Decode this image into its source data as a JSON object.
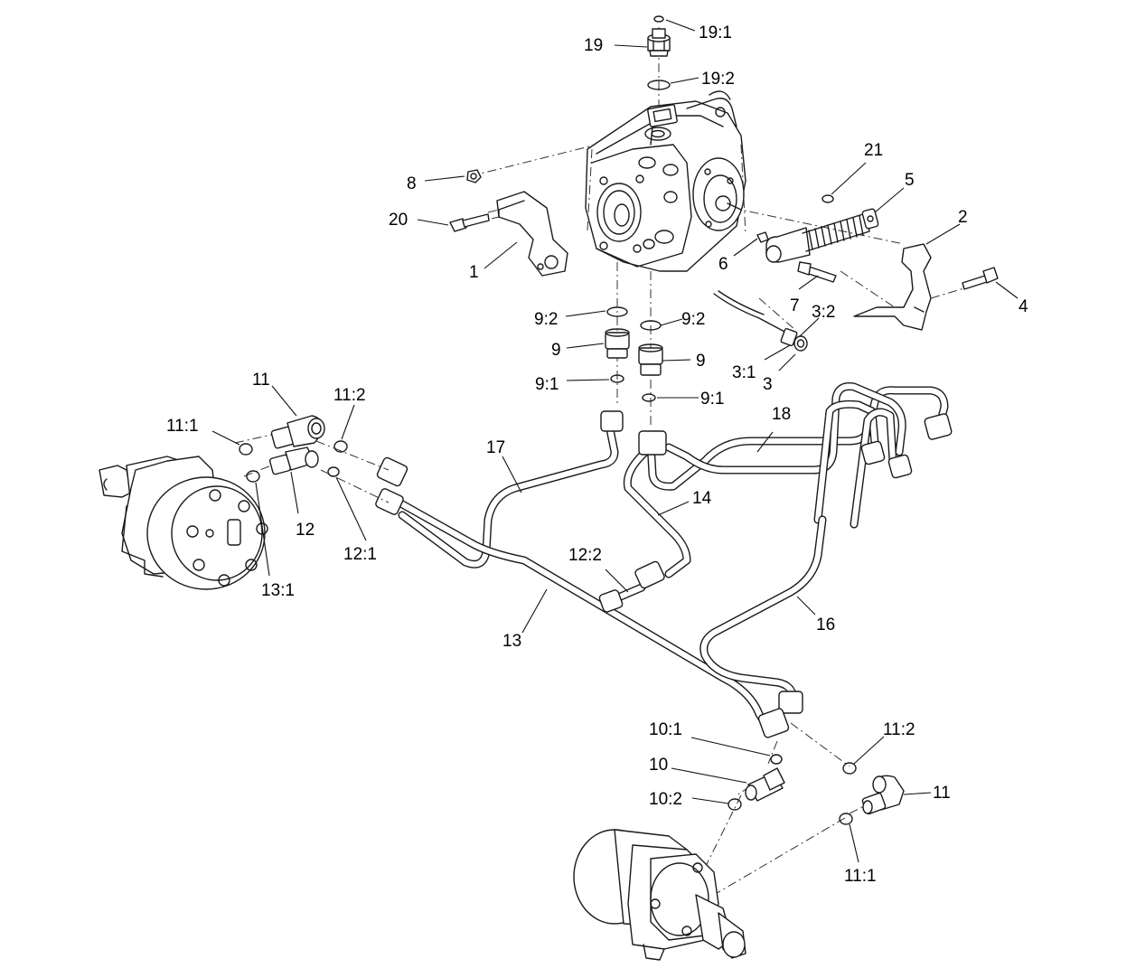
{
  "callouts": [
    {
      "id": "c-19-1",
      "text": "19:1"
    },
    {
      "id": "c-19",
      "text": "19"
    },
    {
      "id": "c-19-2",
      "text": "19:2"
    },
    {
      "id": "c-21",
      "text": "21"
    },
    {
      "id": "c-8",
      "text": "8"
    },
    {
      "id": "c-5",
      "text": "5"
    },
    {
      "id": "c-2",
      "text": "2"
    },
    {
      "id": "c-20",
      "text": "20"
    },
    {
      "id": "c-6",
      "text": "6"
    },
    {
      "id": "c-1",
      "text": "1"
    },
    {
      "id": "c-4",
      "text": "4"
    },
    {
      "id": "c-7",
      "text": "7"
    },
    {
      "id": "c-3-2",
      "text": "3:2"
    },
    {
      "id": "c-9-2-left",
      "text": "9:2"
    },
    {
      "id": "c-9-2-right",
      "text": "9:2"
    },
    {
      "id": "c-9-left",
      "text": "9"
    },
    {
      "id": "c-9-right",
      "text": "9"
    },
    {
      "id": "c-3-1",
      "text": "3:1"
    },
    {
      "id": "c-3",
      "text": "3"
    },
    {
      "id": "c-9-1-left",
      "text": "9:1"
    },
    {
      "id": "c-9-1-right",
      "text": "9:1"
    },
    {
      "id": "c-11-top",
      "text": "11"
    },
    {
      "id": "c-11-2-top",
      "text": "11:2"
    },
    {
      "id": "c-11-1-top",
      "text": "11:1"
    },
    {
      "id": "c-18",
      "text": "18"
    },
    {
      "id": "c-17",
      "text": "17"
    },
    {
      "id": "c-14",
      "text": "14"
    },
    {
      "id": "c-12",
      "text": "12"
    },
    {
      "id": "c-12-1",
      "text": "12:1"
    },
    {
      "id": "c-12-2",
      "text": "12:2"
    },
    {
      "id": "c-13-1",
      "text": "13:1"
    },
    {
      "id": "c-16",
      "text": "16"
    },
    {
      "id": "c-13",
      "text": "13"
    },
    {
      "id": "c-10-1",
      "text": "10:1"
    },
    {
      "id": "c-11-2-bottom",
      "text": "11:2"
    },
    {
      "id": "c-10",
      "text": "10"
    },
    {
      "id": "c-11-bottom",
      "text": "11"
    },
    {
      "id": "c-10-2",
      "text": "10:2"
    },
    {
      "id": "c-11-1-bottom",
      "text": "11:1"
    }
  ]
}
